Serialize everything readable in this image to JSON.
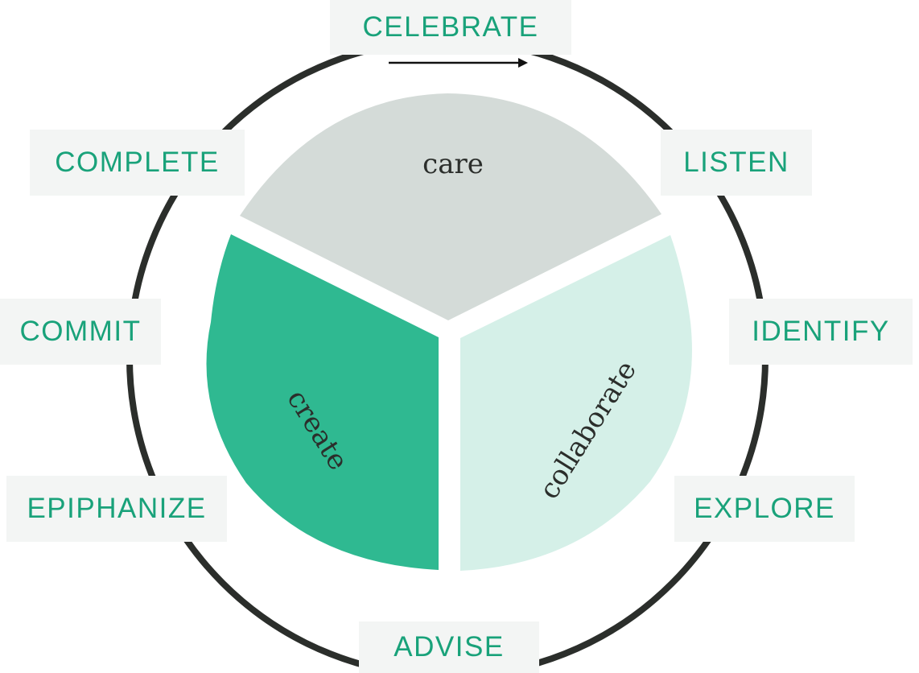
{
  "colors": {
    "ring": "#2b2e2b",
    "care_fill": "#d4dbd8",
    "create_fill": "#2fb991",
    "collaborate_fill": "#d5f0e8",
    "step_text": "#19a27a",
    "step_box": "#f3f5f4",
    "segment_text": "#2b2e2b"
  },
  "segments": {
    "care": "care",
    "create": "create",
    "collaborate": "collaborate"
  },
  "steps": {
    "celebrate": "CELEBRATE",
    "listen": "LISTEN",
    "identify": "IDENTIFY",
    "explore": "EXPLORE",
    "advise": "ADVISE",
    "epiphanize": "EPIPHANIZE",
    "commit": "COMMIT",
    "complete": "COMPLETE"
  },
  "icons": {
    "direction_arrow": "arrow-right-icon"
  }
}
